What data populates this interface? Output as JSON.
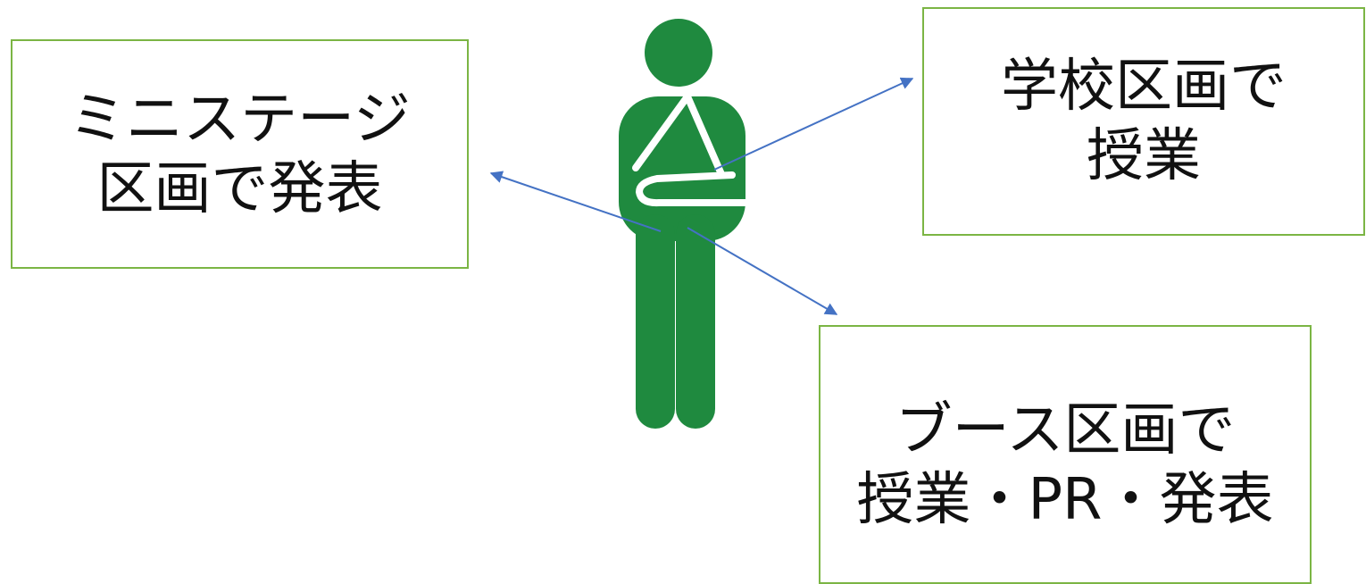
{
  "boxes": {
    "stage": {
      "line1": "ミニステージ",
      "line2": "区画で発表"
    },
    "school": {
      "line1": "学校区画で",
      "line2": "授業"
    },
    "booth": {
      "line1": "ブース区画で",
      "line2": "授業・PR・発表"
    }
  },
  "icons": {
    "person": "person-with-arm-sling-icon"
  },
  "colors": {
    "person": "#1f8a3f",
    "box_border": "#7bb544",
    "arrow": "#4472c4",
    "text": "#111111"
  }
}
